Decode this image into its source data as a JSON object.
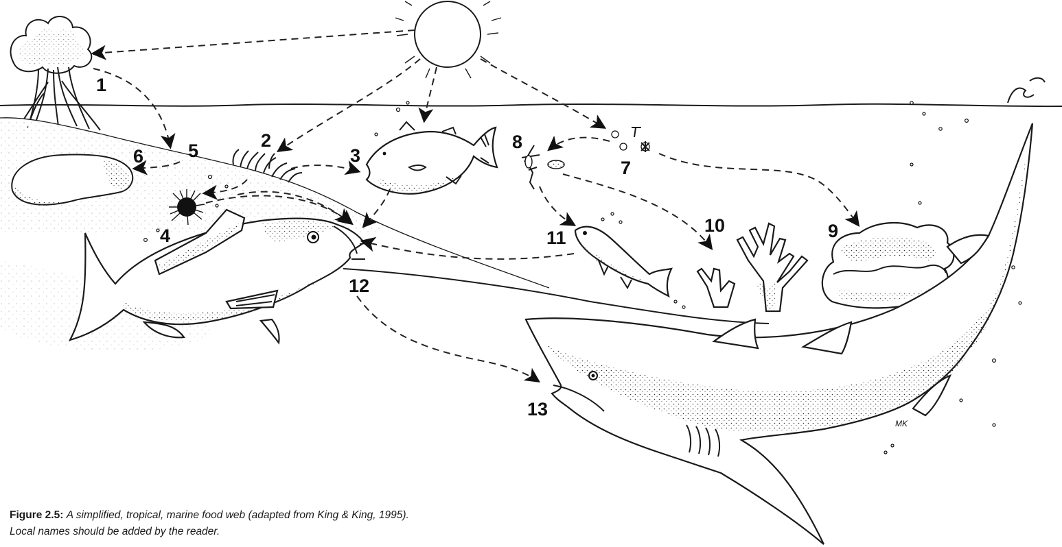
{
  "labels": {
    "l1": "1",
    "l2": "2",
    "l3": "3",
    "l4": "4",
    "l5": "5",
    "l6": "6",
    "l7": "7",
    "l8": "8",
    "l9": "9",
    "l10": "10",
    "l11": "11",
    "l12": "12",
    "l13": "13"
  },
  "signature": "MK",
  "caption": {
    "figure": "Figure 2.5:",
    "line1": "A simplified, tropical, marine food web (adapted from King & King, 1995).",
    "line2": "Local names should be added by the reader."
  }
}
